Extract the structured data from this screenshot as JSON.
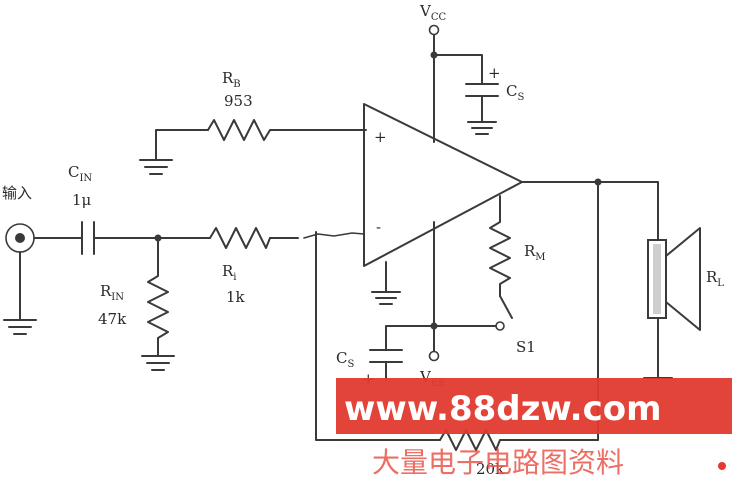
{
  "labels": {
    "input": "输入",
    "vcc_main": "V",
    "vcc_sub": "CC",
    "vee_main": "V",
    "vee_sub": "EE",
    "cs_top_main": "C",
    "cs_top_sub": "S",
    "cs_bot_main": "C",
    "cs_bot_sub": "S",
    "rb_main": "R",
    "rb_sub": "B",
    "rb_value": "953",
    "cin_main": "C",
    "cin_sub": "IN",
    "cin_value": "1μ",
    "rin_main": "R",
    "rin_sub": "IN",
    "rin_value": "47k",
    "ri_main": "R",
    "ri_sub": "i",
    "ri_value": "1k",
    "rm_main": "R",
    "rm_sub": "M",
    "s1": "S1",
    "rl_main": "R",
    "rl_sub": "L",
    "rf_value": "20k",
    "plus": "+",
    "minus": "-",
    "cap_plus": "+"
  },
  "watermark": {
    "url": "www.88dzw.com",
    "cn": "大量电子电路图资料"
  },
  "colors": {
    "wire": "#3a3a3a",
    "watermark_band": "#e23a2e"
  }
}
